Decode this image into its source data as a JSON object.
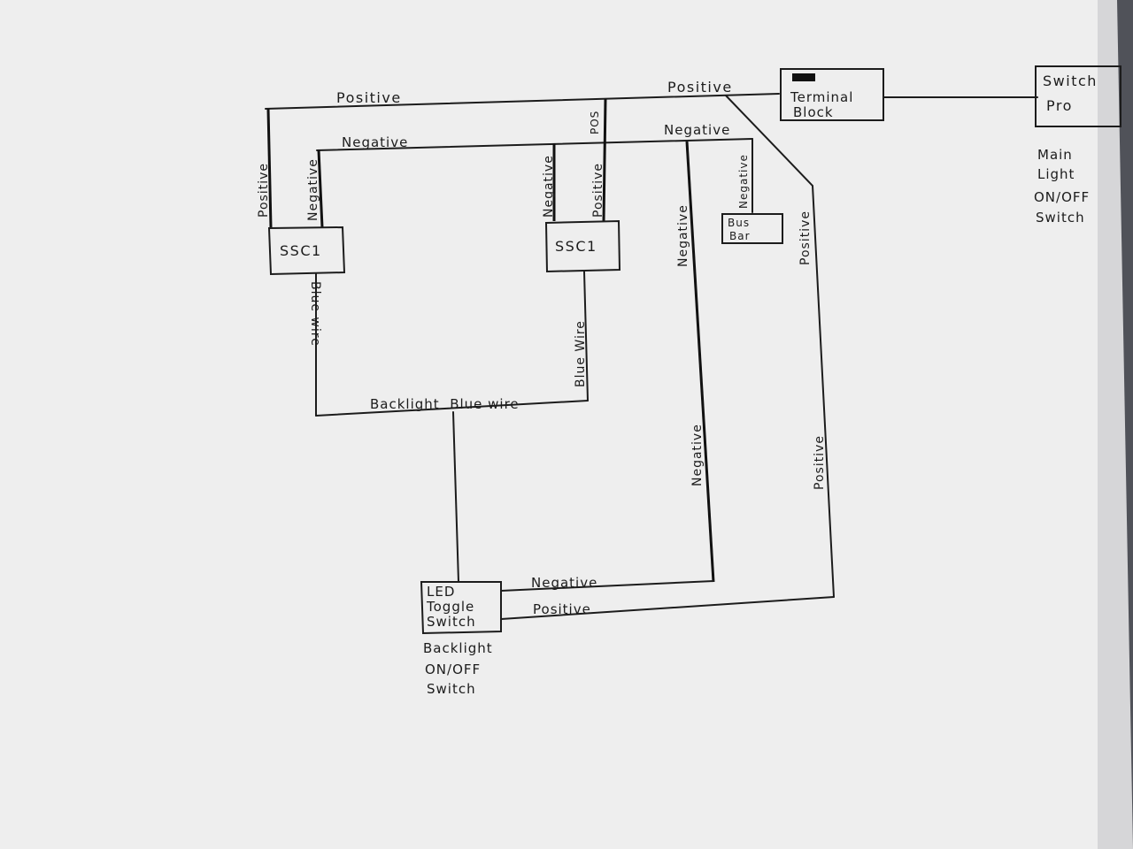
{
  "diagram": {
    "components": {
      "ssc1_left": "SSC1",
      "ssc1_right": "SSC1",
      "terminal_block_line1": "Terminal",
      "terminal_block_line2": "Block",
      "switch_pro_line1": "Switch",
      "switch_pro_line2": "Pro",
      "bus_bar_line1": "Bus",
      "bus_bar_line2": "Bar",
      "led_toggle_line1": "LED",
      "led_toggle_line2": "Toggle",
      "led_toggle_line3": "Switch"
    },
    "notes": {
      "main_light_line1": "Main",
      "main_light_line2": "Light",
      "main_light_line3": "ON/OFF",
      "main_light_line4": "Switch",
      "backlight_line1": "Backlight",
      "backlight_line2": "ON/OFF",
      "backlight_line3": "Switch"
    },
    "wire_labels": {
      "top_positive_left": "Positive",
      "top_positive_right": "Positive",
      "top_negative_left": "Negative",
      "top_negative_right": "Negative",
      "pos_short": "POS",
      "left_positive_vertical": "Positive",
      "left_negative_vertical": "Negative",
      "mid_negative_vertical": "Negative",
      "mid_positive_vertical": "Positive",
      "bus_negative_vertical": "Negative",
      "long_negative_upper": "Negative",
      "long_negative_lower": "Negative",
      "long_positive_upper": "Positive",
      "long_positive_lower": "Positive",
      "blue_wire_left": "Blue wire",
      "blue_wire_right": "Blue Wire",
      "backlight_blue_wire": "Backlight  Blue wire",
      "toggle_negative": "Negative",
      "toggle_positive": "Positive"
    }
  }
}
